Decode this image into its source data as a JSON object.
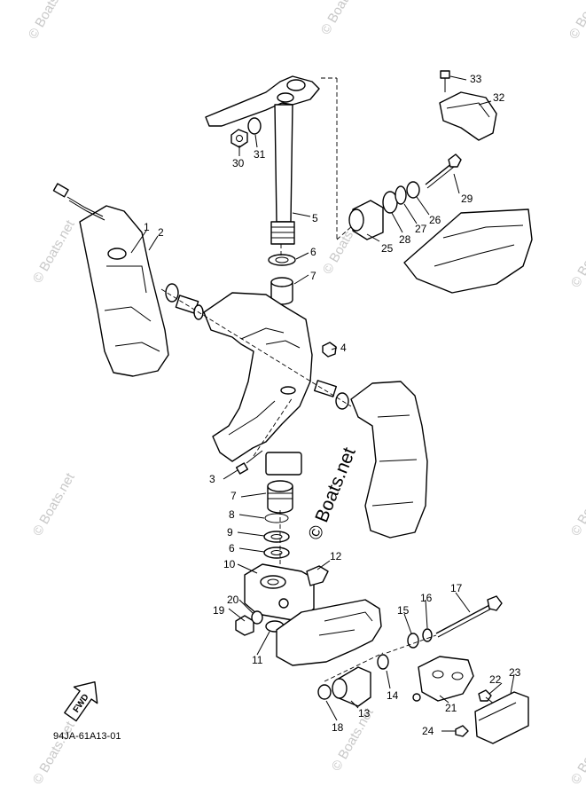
{
  "diagram": {
    "reference_code": "94JA-61A13-01",
    "fwd_label": "FWD",
    "watermark_text": "© Boats.net",
    "watermark_center_text": "© Boats.net",
    "callouts": [
      "1",
      "2",
      "3",
      "4",
      "5",
      "6",
      "7",
      "8",
      "9",
      "6",
      "7",
      "10",
      "11",
      "12",
      "13",
      "14",
      "15",
      "16",
      "17",
      "18",
      "19",
      "20",
      "21",
      "22",
      "23",
      "24",
      "25",
      "26",
      "27",
      "28",
      "29",
      "30",
      "31",
      "32",
      "33"
    ],
    "colors": {
      "line": "#000000",
      "background": "#ffffff",
      "watermark": "#c8c8c8"
    }
  }
}
